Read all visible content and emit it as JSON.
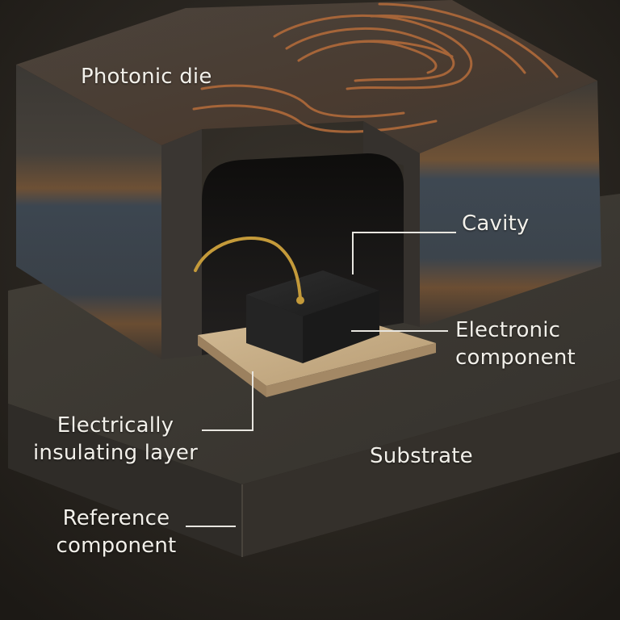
{
  "labels": {
    "photonic_die": "Photonic die",
    "cavity": "Cavity",
    "electronic_component": [
      "Electronic",
      "component"
    ],
    "insulating_layer": [
      "Electrically",
      "insulating layer"
    ],
    "substrate": "Substrate",
    "reference_component": [
      "Reference",
      "component"
    ]
  },
  "colors": {
    "background": "#2a2620",
    "substrate": "#3a3731",
    "die_top": "#4a443d",
    "die_side": "#3d3a36",
    "blue_band": "#3c4650",
    "copper_band": "#7a5a3a",
    "cavity": "#141312",
    "chip": "#1f1f1f",
    "insulating_layer": "#c8b08a",
    "wire": "#c49a3a",
    "trace": "#b06a3a",
    "label_text": "#f2f0ea",
    "leader_line": "#e8e6e0"
  }
}
